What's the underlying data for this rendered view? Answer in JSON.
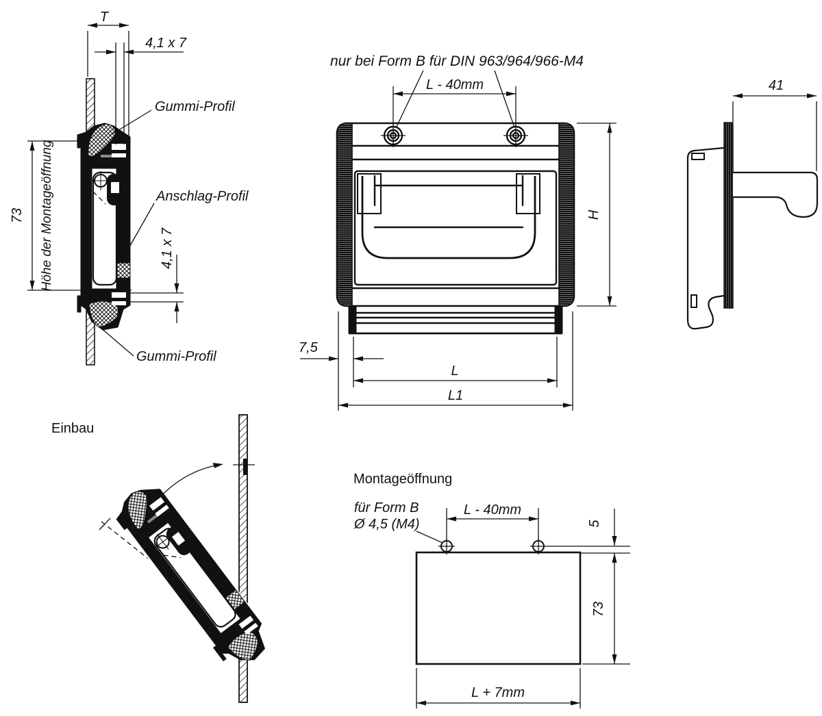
{
  "drawing": {
    "background": "#ffffff",
    "line_color": "#111111",
    "views": {
      "section": {
        "dim_t": "T",
        "dim_slot_top": "4,1 x 7",
        "label_rubber_top": "Gummi-Profil",
        "label_stop_profile": "Anschlag-Profil",
        "label_opening_height": "Höhe der Montageöffnung",
        "dim_opening_height": "73",
        "dim_slot_bottom": "4,1 x 7",
        "label_rubber_bottom": "Gummi-Profil"
      },
      "front": {
        "note_form_b": "nur bei Form B für DIN 963/964/966-M4",
        "dim_hole_spacing": "L - 40mm",
        "dim_height": "H",
        "dim_flange_offset": "7,5",
        "dim_length": "L",
        "dim_total_length": "L1"
      },
      "side": {
        "dim_depth": "41"
      },
      "installation": {
        "title": "Einbau"
      },
      "mounting_opening": {
        "title": "Montageöffnung",
        "note_line1": "für Form B",
        "note_line2": "Ø 4,5 (M4)",
        "dim_hole_spacing": "L - 40mm",
        "dim_hole_edge": "5",
        "dim_opening_height": "73",
        "dim_opening_width": "L + 7mm"
      }
    }
  }
}
